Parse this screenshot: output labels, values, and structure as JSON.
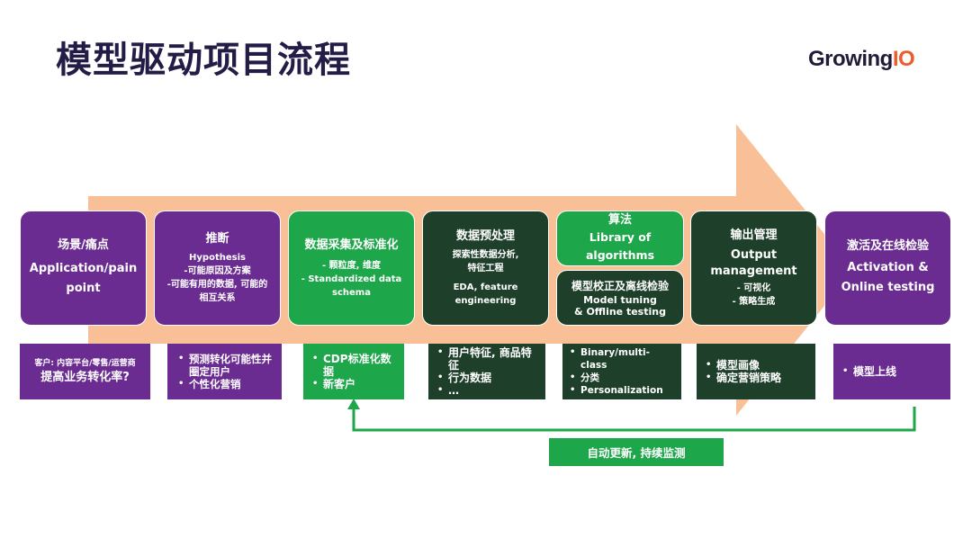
{
  "slide": {
    "title": "模型驱动项目流程",
    "logo": {
      "text_main": "Growing",
      "text_accent": "IO"
    }
  },
  "colors": {
    "purple": "#6b2c91",
    "green": "#1ea64a",
    "dark_green": "#1e3f2a",
    "arrow": "#f9bf96",
    "title": "#231c46"
  },
  "steps": [
    {
      "lines": [
        "场景/痛点",
        "Application/pain",
        "point"
      ]
    },
    {
      "title": "推断",
      "lines": [
        "Hypothesis",
        "-可能原因及方案",
        "-可能有用的数据, 可能的",
        "相互关系"
      ]
    },
    {
      "title": "数据采集及标准化",
      "lines": [
        "- 颗粒度, 维度",
        "- Standardized data",
        "schema"
      ]
    },
    {
      "title": "数据预处理",
      "lines": [
        "探索性数据分析,",
        "特征工程",
        "EDA, feature",
        "engineering"
      ]
    },
    {
      "title": "算法",
      "lines": [
        "Library of",
        "algorithms"
      ]
    },
    {
      "title": "模型校正及离线检验",
      "lines": [
        "Model tuning",
        "& Offline testing"
      ]
    },
    {
      "title": "输出管理",
      "lines": [
        "Output",
        "management",
        "- 可视化",
        "- 策略生成"
      ]
    },
    {
      "lines": [
        "激活及在线检验",
        "Activation &",
        "Online testing"
      ]
    }
  ],
  "details": [
    {
      "lines": [
        "客户: 内容平台/零售/运营商",
        "提高业务转化率?"
      ]
    },
    {
      "items": [
        "预测转化可能性并圈定用户",
        "个性化营销"
      ]
    },
    {
      "items": [
        "CDP标准化数据",
        "新客户"
      ]
    },
    {
      "items": [
        "用户特征, 商品特征",
        "行为数据",
        "…"
      ]
    },
    {
      "items": [
        "Binary/multi-class",
        "分类",
        "Personalization"
      ]
    },
    {
      "items": [
        "模型画像",
        "确定营销策略"
      ]
    },
    {
      "items": [
        "模型上线"
      ]
    }
  ],
  "feedback": {
    "label": "自动更新, 持续监测"
  }
}
